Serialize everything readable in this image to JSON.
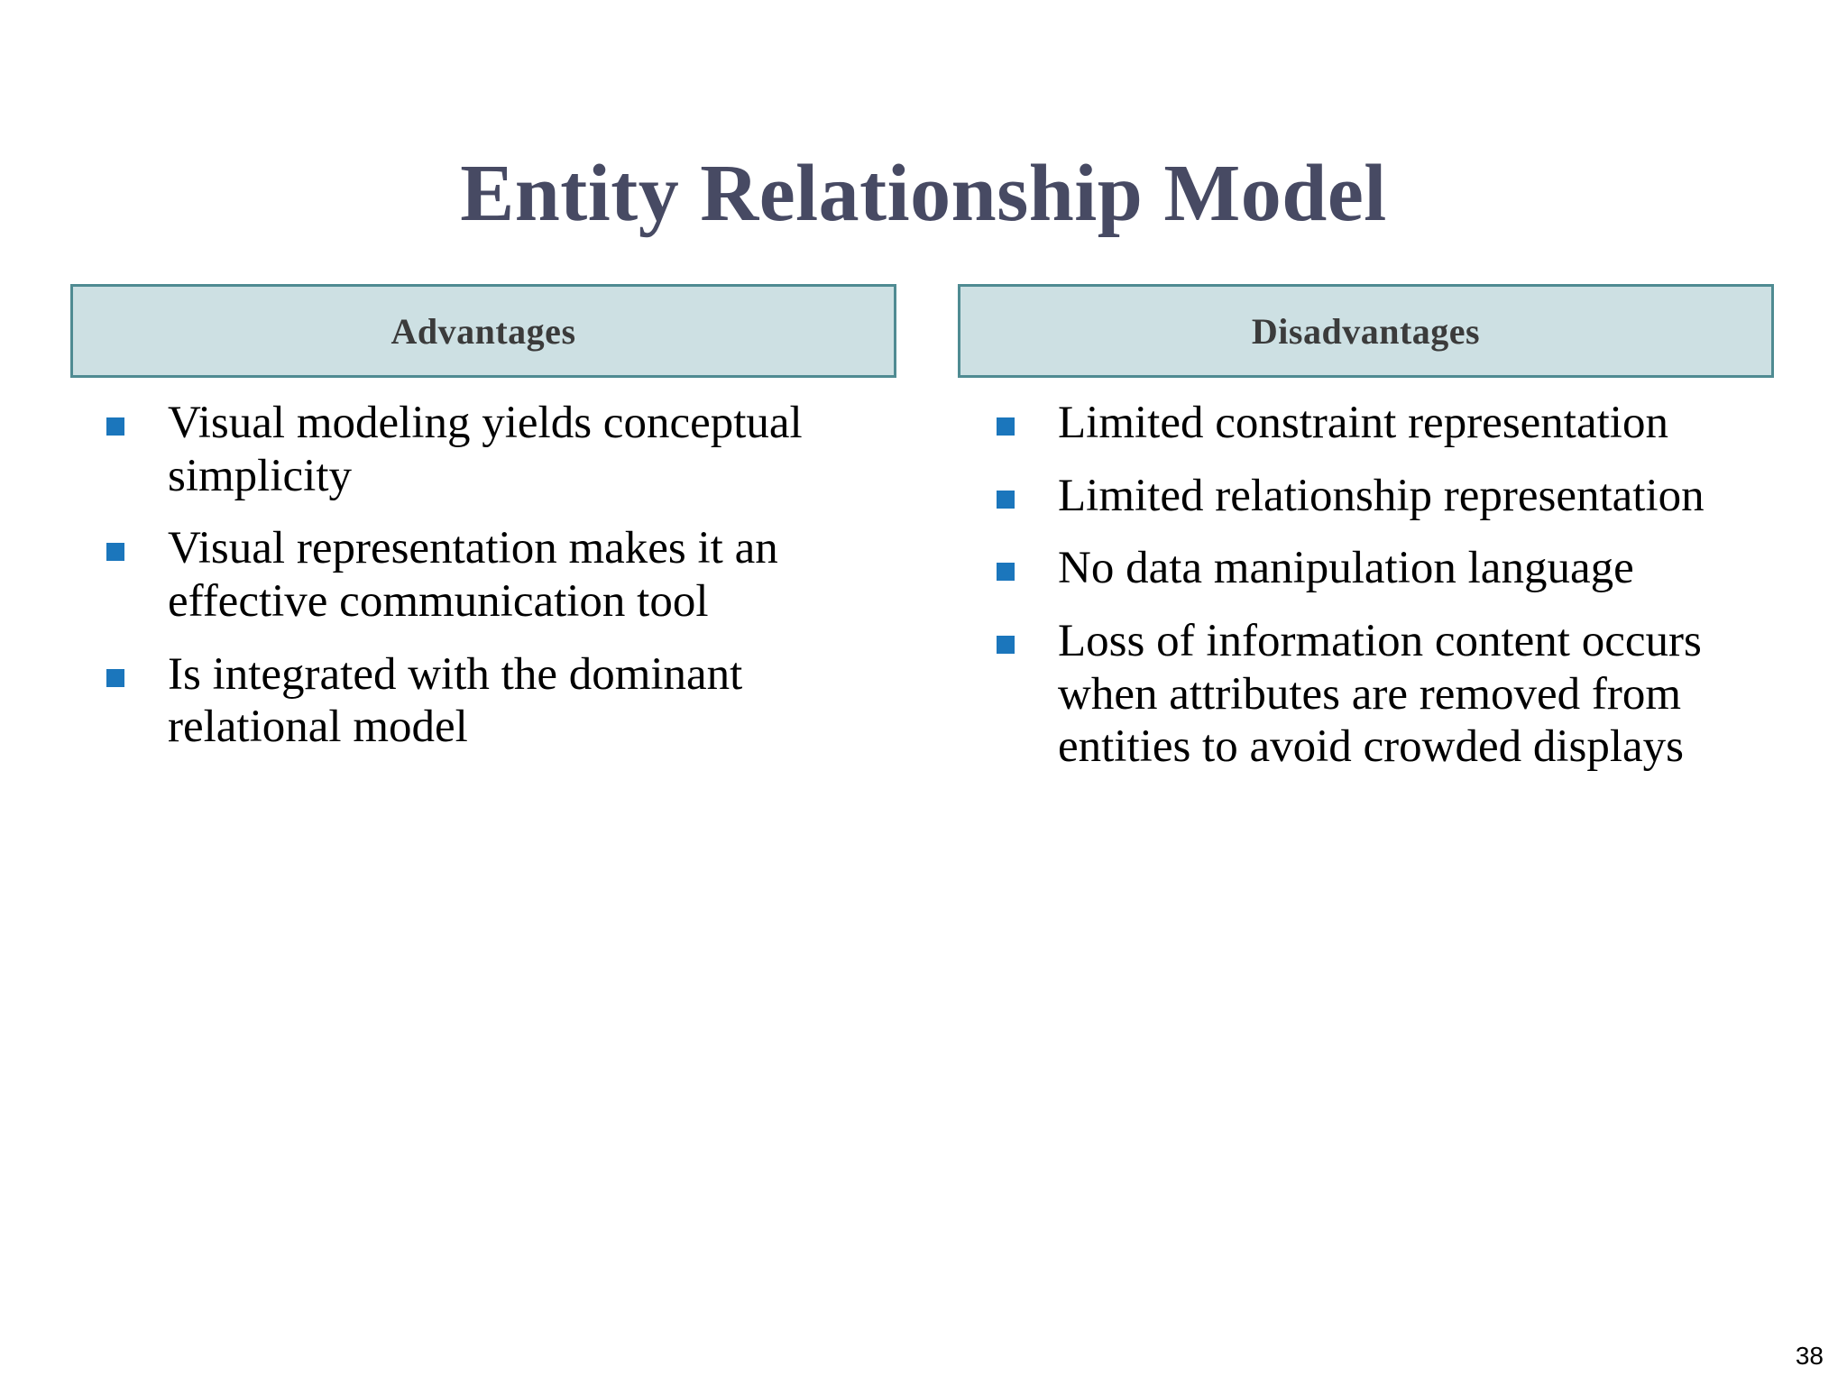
{
  "slide": {
    "title": "Entity Relationship Model",
    "page_number": "38",
    "colors": {
      "title_text": "#474a63",
      "header_fill": "#cde0e3",
      "header_border": "#4f8b92",
      "header_text": "#3b3b3b",
      "bullet_marker": "#1b76bc",
      "body_text": "#000000",
      "background": "#ffffff"
    }
  },
  "columns": [
    {
      "id": "advantages",
      "header": "Advantages",
      "bullets": [
        "Visual modeling yields conceptual simplicity",
        "Visual representation makes it an effective communication tool",
        "Is integrated with the dominant relational model"
      ]
    },
    {
      "id": "disadvantages",
      "header": "Disadvantages",
      "bullets": [
        "Limited constraint representation",
        "Limited relationship representation",
        "No data manipulation language",
        "Loss of information content occurs when attributes are removed from entities to avoid crowded displays"
      ]
    }
  ]
}
